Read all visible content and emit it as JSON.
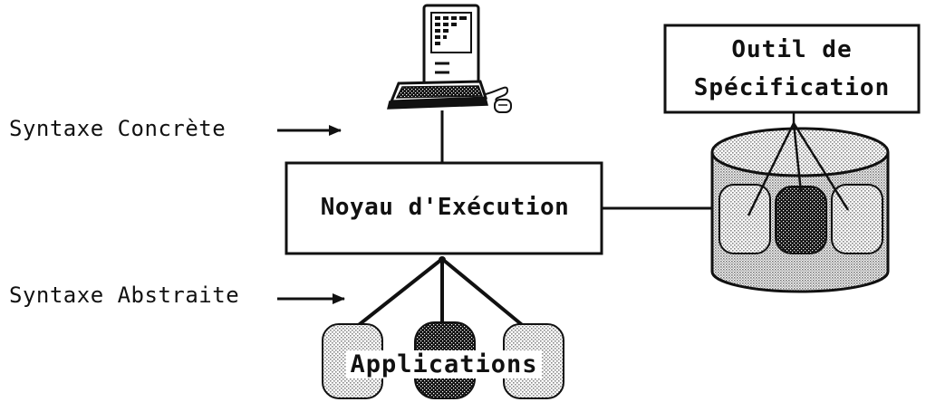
{
  "diagram": {
    "labels": {
      "concrete_syntax": "Syntaxe Concrète",
      "abstract_syntax": "Syntaxe Abstraite",
      "kernel": "Noyau d'Exécution",
      "tool_line1": "Outil de",
      "tool_line2": "Spécification",
      "applications": "Applications"
    },
    "nodes": [
      {
        "id": "workstation",
        "label": "",
        "shape": "computer-icon"
      },
      {
        "id": "kernel",
        "label": "Noyau d'Exécution",
        "shape": "rectangle"
      },
      {
        "id": "spec-tool",
        "label": "Outil de Spécification",
        "shape": "rectangle"
      },
      {
        "id": "repository",
        "label": "",
        "shape": "cylinder"
      },
      {
        "id": "applications",
        "label": "Applications",
        "shape": "rounded-blocks"
      }
    ],
    "edges": [
      {
        "from": "workstation",
        "to": "kernel"
      },
      {
        "from": "kernel",
        "to": "repository"
      },
      {
        "from": "kernel",
        "to": "applications"
      },
      {
        "from": "spec-tool",
        "to": "repository"
      }
    ],
    "colors": {
      "ink": "#111111",
      "paper": "#ffffff",
      "light_pattern": "#8a8a8a",
      "dark_pattern": "#111111"
    }
  }
}
